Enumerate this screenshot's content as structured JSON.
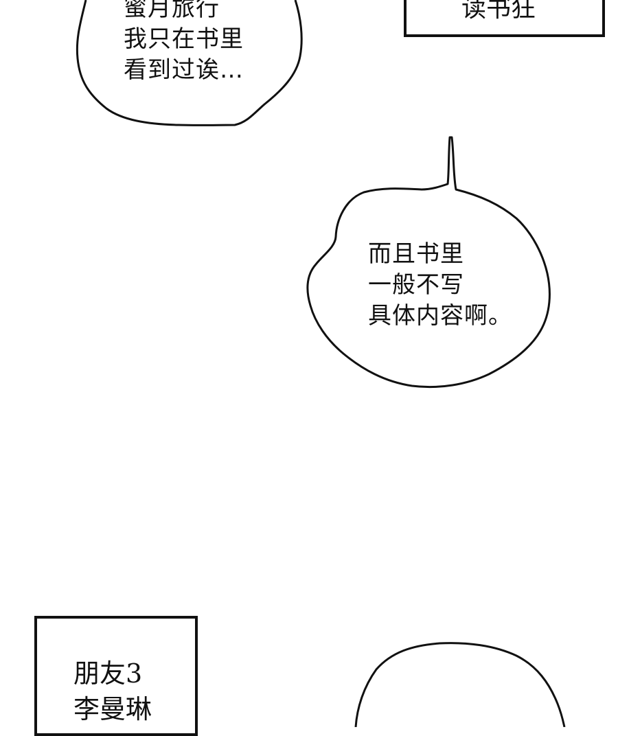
{
  "bubble_top_left": {
    "lines": [
      "蜜月旅行",
      "我只在书里",
      "看到过诶…"
    ]
  },
  "caption_top_right": {
    "text": "读书狂"
  },
  "bubble_middle_right": {
    "lines": [
      "而且书里",
      "一般不写",
      "具体内容啊。"
    ]
  },
  "caption_bottom_left": {
    "lines": [
      "朋友3",
      "李曼琳"
    ]
  }
}
